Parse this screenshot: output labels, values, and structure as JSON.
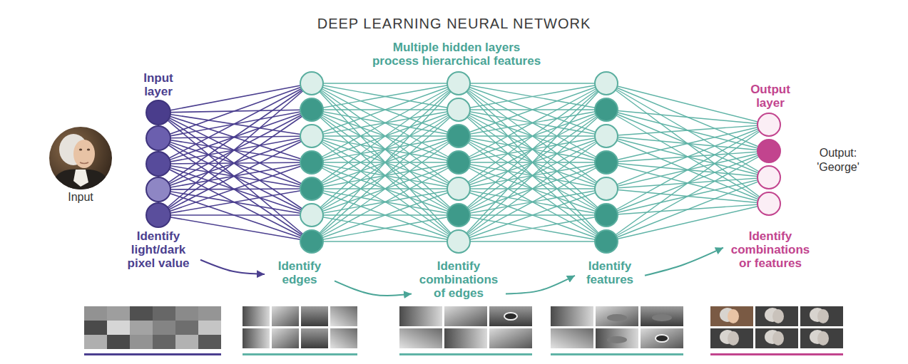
{
  "diagram": {
    "title": "DEEP LEARNING NEURAL NETWORK",
    "nodes": [
      {
        "text": [
          "Identify light/dark pixel value"
        ]
      },
      {
        "text": [
          "Identify edges"
        ]
      },
      {
        "text": [
          "Identify combinations of edges"
        ]
      },
      {
        "text": [
          "Identify features"
        ]
      },
      {
        "text": [
          "Identify combinations or features"
        ]
      }
    ],
    "edges": [
      {
        "from": 0,
        "to": 1,
        "arrow": "to"
      },
      {
        "from": 1,
        "to": 2,
        "arrow": "to"
      },
      {
        "from": 2,
        "to": 3,
        "arrow": "to"
      },
      {
        "from": 3,
        "to": 4,
        "arrow": "to"
      }
    ],
    "labels": [
      "Multiple hidden layers process hierarchical features",
      "Input layer",
      "Input",
      "Output layer",
      "Output: 'George'"
    ]
  }
}
